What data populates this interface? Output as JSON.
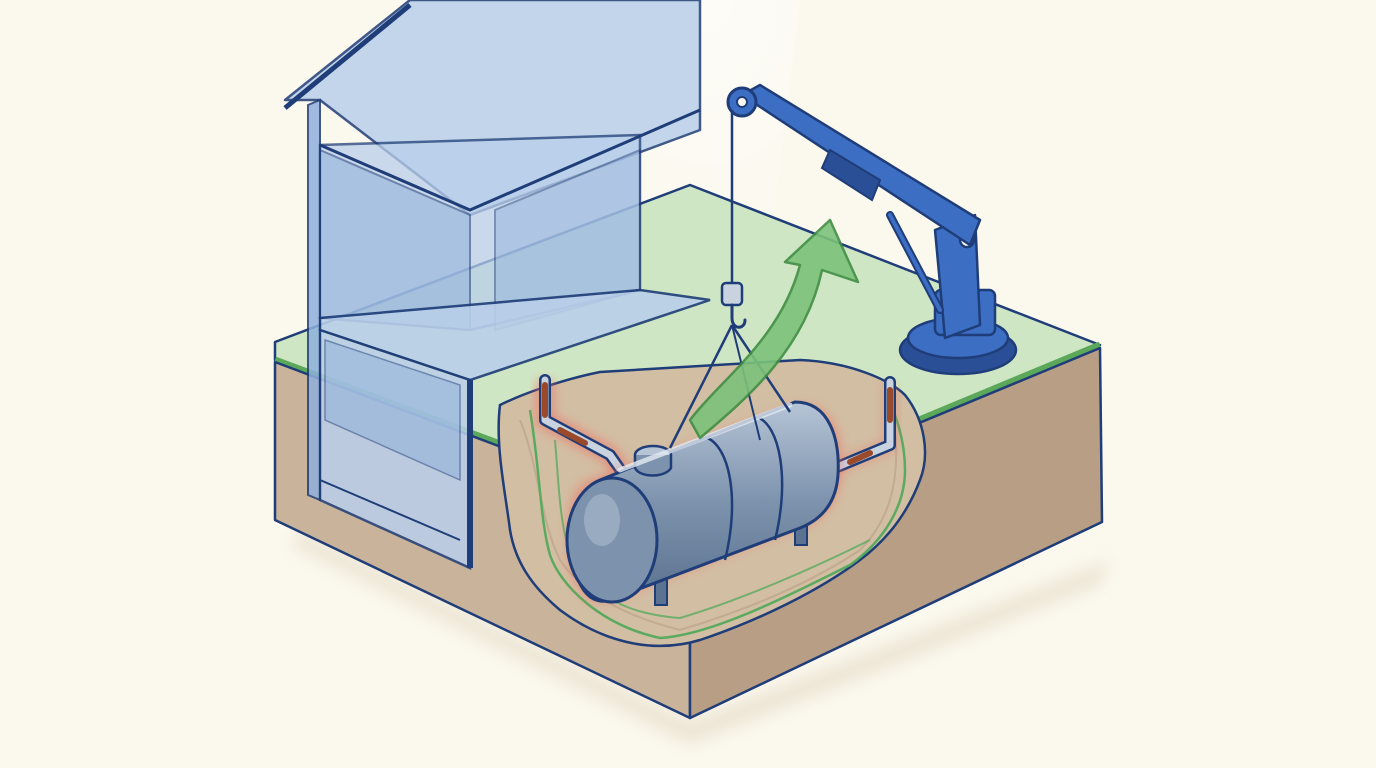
{
  "diagram": {
    "kind": "isometric illustration",
    "components": [
      "house-cutaway",
      "ground-block",
      "excavation-pit",
      "storage-tank",
      "corroded-pipes",
      "crane",
      "lift-arrow"
    ],
    "labels": []
  },
  "colors": {
    "background": "#fbf8ee",
    "outline": "#1f3d78",
    "grass": "#cfe6c4",
    "grass_edge": "#5ca85a",
    "soil_front": "#c9b39a",
    "soil_side": "#b89e84",
    "soil_top": "#d8c7b0",
    "pit": "#d2bea3",
    "house_glass": "#b9cfea",
    "house_glass_dark": "#8fb0dc",
    "tank": "#7d93ad",
    "tank_dark": "#5b7290",
    "tank_light": "#b6c4d6",
    "crane": "#3c6fc4",
    "crane_dark": "#2b4f96",
    "arrow": "#7cc27a",
    "arrow_edge": "#3f8e43",
    "leak_glow": "#f26b5e",
    "rust": "#9a4a2a",
    "boundary": "#5aaa5f"
  }
}
